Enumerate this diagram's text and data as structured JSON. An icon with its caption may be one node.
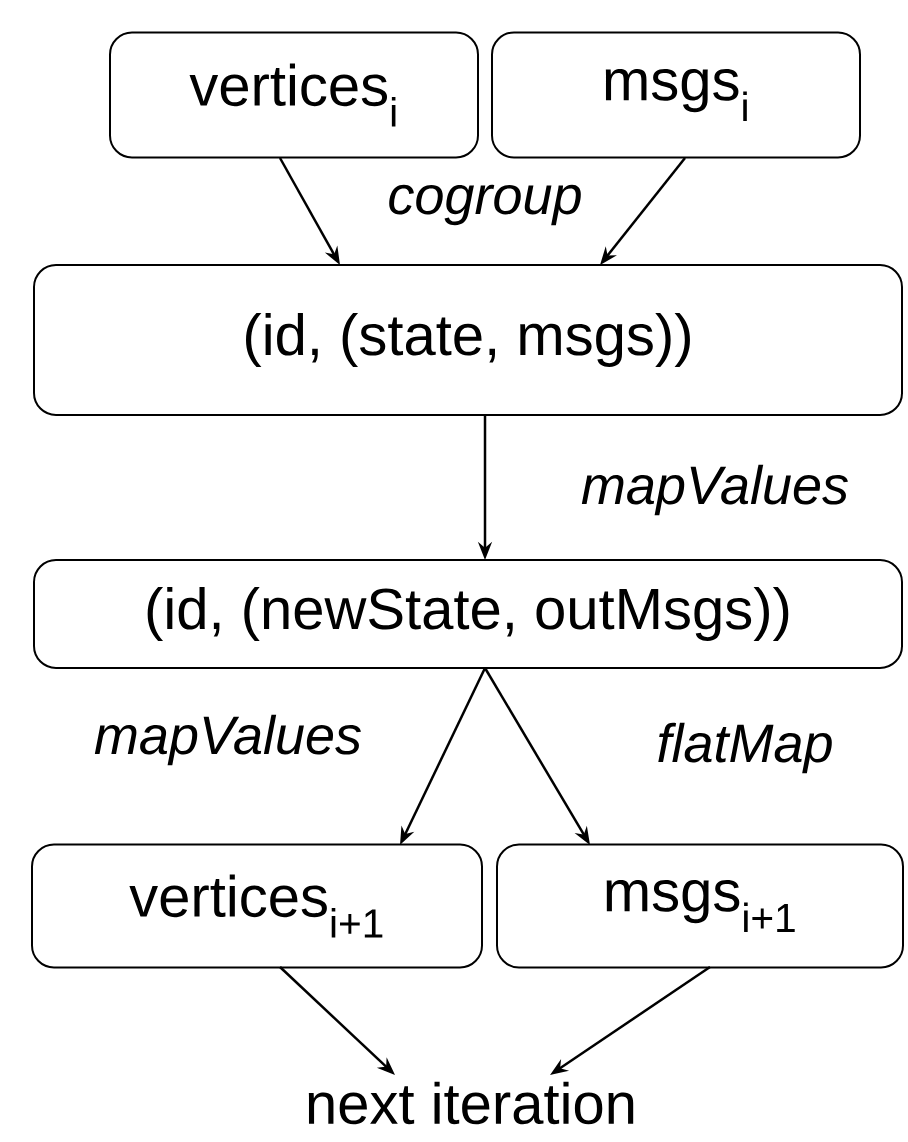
{
  "diagram": {
    "nodes": [
      {
        "text": [
          "vertices$_{i}$"
        ]
      },
      {
        "text": [
          "msgs$_{i}$"
        ]
      },
      {
        "text": [
          "(id, (state, msgs))"
        ]
      },
      {
        "text": [
          "(id, (newState, outMsgs))"
        ]
      },
      {
        "text": [
          "vertices$_{i+1}$"
        ]
      },
      {
        "text": [
          "msgs$_{i+1}$"
        ]
      },
      {
        "text": [
          "next iteration"
        ]
      }
    ],
    "edges": [
      {
        "from": 0,
        "to": 2,
        "arrow": "to",
        "label": "cogroup"
      },
      {
        "from": 1,
        "to": 2,
        "arrow": "to"
      },
      {
        "from": 2,
        "to": 3,
        "arrow": "to",
        "label": "mapValues"
      },
      {
        "from": 3,
        "to": 4,
        "arrow": "to",
        "label": "mapValues"
      },
      {
        "from": 3,
        "to": 5,
        "arrow": "to",
        "label": "flatMap"
      },
      {
        "from": 4,
        "to": 6,
        "arrow": "to"
      },
      {
        "from": 5,
        "to": 6,
        "arrow": "to"
      }
    ]
  }
}
